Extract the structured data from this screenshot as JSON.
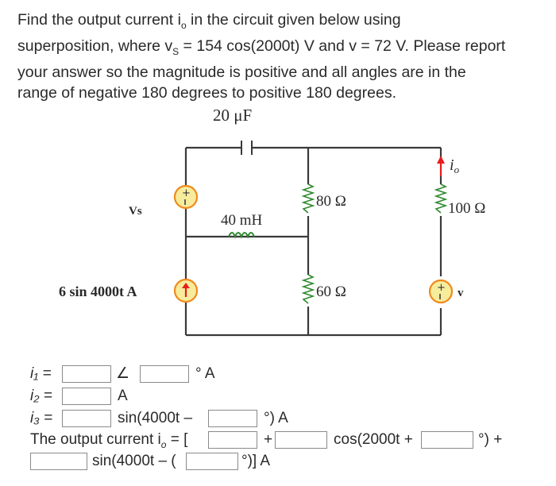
{
  "problem": {
    "line1": "Find the output current i",
    "line1_sub": "o",
    "line1_rest": " in the circuit given below using",
    "line2a": "superposition, where v",
    "line2_sub": "S",
    "line2b": " = 154 cos(2000t) V and v = 72 V. Please report",
    "line3": "your answer so the magnitude is positive and all angles are in the",
    "line4": "range of negative 180 degrees to positive 180 degrees."
  },
  "circuit": {
    "capacitor_label": "20 μF",
    "inductor_label": "40 mH",
    "vs_label": "Vs",
    "current_source_label": "6 sin 4000t A",
    "r80_label": "80 Ω",
    "r60_label": "60 Ω",
    "r100_label": "100 Ω",
    "io_label": "i",
    "io_sub": "o",
    "v_label": "v"
  },
  "answers": {
    "i1_label": "i₁ =",
    "i1_angle_symbol": "∠",
    "i1_unit": "° A",
    "i2_label": "i₂ =",
    "i2_unit": "A",
    "i3_label": "i₃ =",
    "i3_mid": "sin(4000t –",
    "i3_unit": "°) A",
    "io_prefix": "The output current i",
    "io_sub": "o",
    "io_eq": " = [",
    "io_plus": "+",
    "io_cos": "cos(2000t +",
    "io_deg_plus": "°) +",
    "io_sin": "sin(4000t – (",
    "io_end": "°)] A",
    "fields": {
      "i1_mag": "",
      "i1_ang": "",
      "i2": "",
      "i3_mag": "",
      "i3_ang": "",
      "io_dc": "",
      "io_cos_mag": "",
      "io_cos_ang": "",
      "io_sin_mag": "",
      "io_sin_ang": ""
    }
  },
  "colors": {
    "source_fill": "#f7ec9c",
    "source_stroke": "#f08a1c",
    "arrow_red": "#e81c1c",
    "wire": "#3a3a3a",
    "resistor_green": "#2f8a2f"
  }
}
